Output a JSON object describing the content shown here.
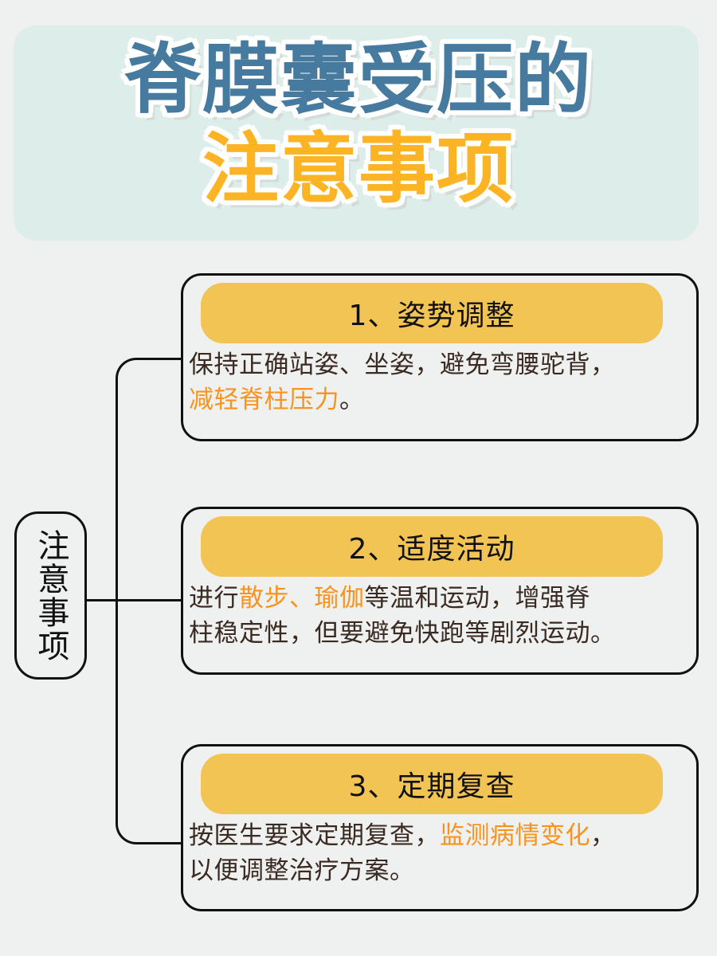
{
  "header": {
    "title_line1": "脊膜囊受压的",
    "title_line2": "注意事项",
    "colors": {
      "panel_bg": "#ddeeea",
      "line1_color": "#467b9f",
      "line2_color": "#fdb424"
    }
  },
  "root": {
    "label": "注意事项"
  },
  "items": [
    {
      "heading": "1、姿势调整",
      "lines": [
        [
          {
            "text": "保持正确站姿、坐姿，避免弯腰驼背，",
            "highlight": false
          }
        ],
        [
          {
            "text": "减轻脊柱压力",
            "highlight": true
          },
          {
            "text": "。",
            "highlight": false
          }
        ]
      ]
    },
    {
      "heading": "2、适度活动",
      "lines": [
        [
          {
            "text": "进行",
            "highlight": false
          },
          {
            "text": "散步、瑜伽",
            "highlight": true
          },
          {
            "text": "等温和运动，增强脊",
            "highlight": false
          }
        ],
        [
          {
            "text": "柱稳定性，但要避免快跑等剧烈运动。",
            "highlight": false
          }
        ]
      ]
    },
    {
      "heading": "3、定期复查",
      "lines": [
        [
          {
            "text": "按医生要求定期复查，",
            "highlight": false
          },
          {
            "text": "监测病情变化",
            "highlight": true
          },
          {
            "text": "，",
            "highlight": false
          }
        ],
        [
          {
            "text": "以便调整治疗方案。",
            "highlight": false
          }
        ]
      ]
    }
  ],
  "colors": {
    "page_bg": "#eff1f0",
    "pill_bg": "#f2c453",
    "body_text": "#3a2a22",
    "highlight_text": "#f7931e",
    "border": "#111111"
  }
}
